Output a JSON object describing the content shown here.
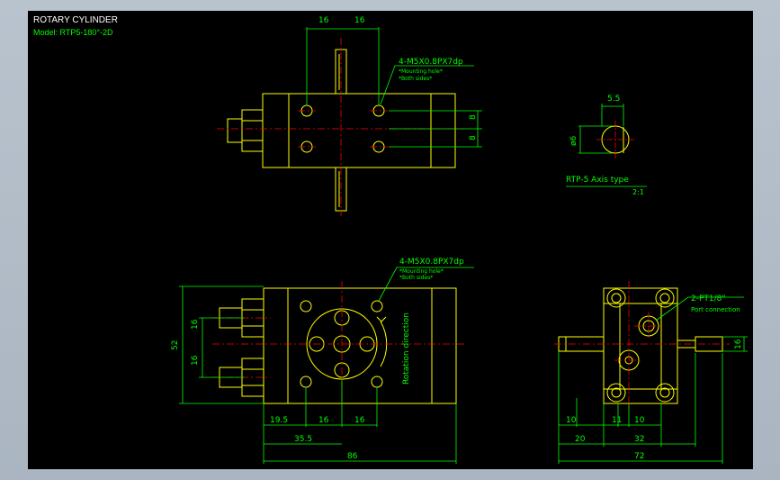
{
  "colors": {
    "background": "#000000",
    "frame": "#b4bec9",
    "part": "#ffff00",
    "dimension": "#00ff00",
    "centerline": "#ff0000",
    "text_title": "#ffffff"
  },
  "title_block": {
    "title": "ROTARY CYLINDER",
    "model": "Model: RTP5-180°-2D"
  },
  "top_view": {
    "dim_left": "16",
    "dim_right": "16",
    "note_main": "4-M5X0.8PX7dp",
    "note_line1": "*Mounting hole*",
    "note_line2": "*Both sides*",
    "dim_v1": "8",
    "dim_v2": "8"
  },
  "axis_detail": {
    "dim_width": "5.5",
    "dim_dia": "ø6",
    "caption": "RTP-5 Axis type",
    "scale": "2:1"
  },
  "front_view": {
    "note_main": "4-M5X0.8PX7dp",
    "note_line1": "*Mounting hole*",
    "note_line2": "*Both sides*",
    "rotation_label": "Rotation direction",
    "dim_height": "52",
    "dim_v_upper": "16",
    "dim_v_lower": "16",
    "dim_h1": "19.5",
    "dim_h2": "16",
    "dim_h3": "16",
    "dim_h4": "35.5",
    "dim_total": "86"
  },
  "side_view": {
    "port_label": "2-PT1/8\"",
    "port_sub": "Port connection",
    "dim_v": "16",
    "dim_h1": "10",
    "dim_h2": "11",
    "dim_h3": "10",
    "dim_h4": "20",
    "dim_h5": "32",
    "dim_total": "72"
  }
}
